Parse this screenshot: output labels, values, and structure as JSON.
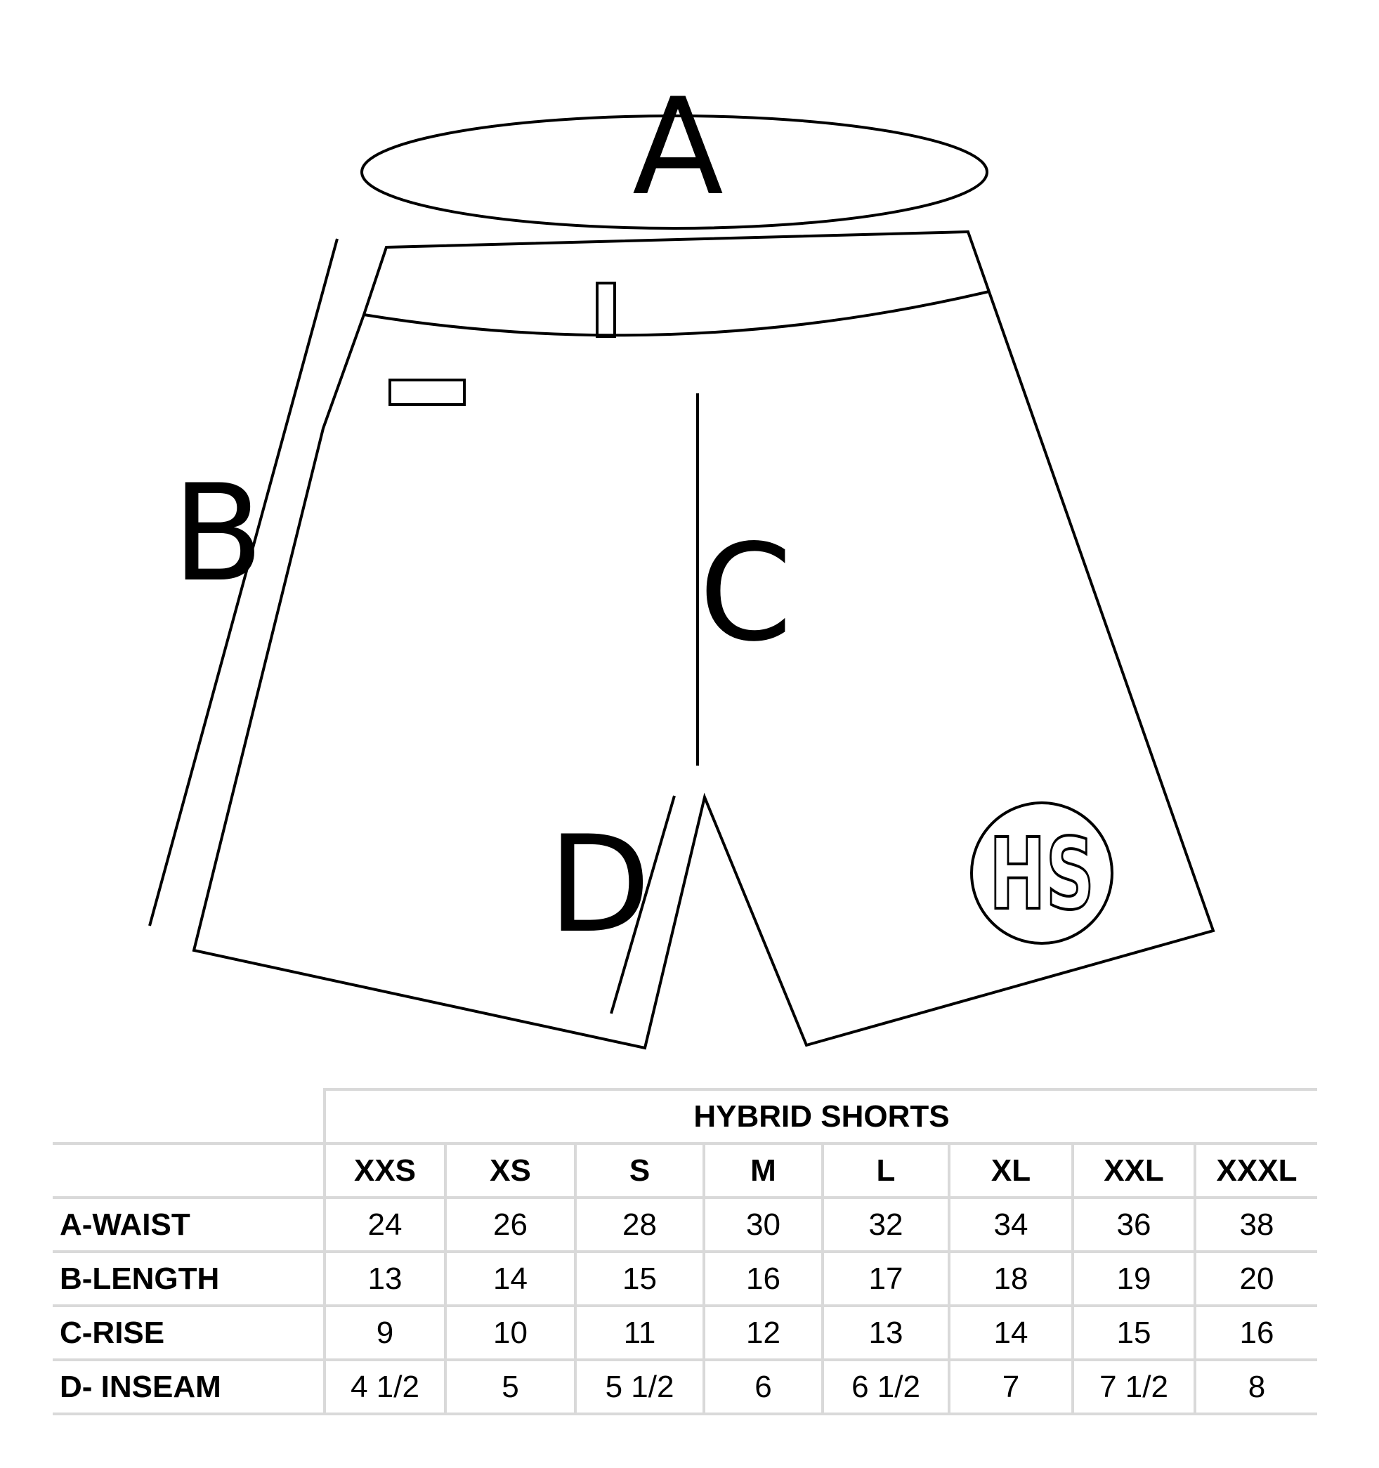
{
  "diagram": {
    "labels": {
      "waist": "A",
      "length": "B",
      "rise": "C",
      "inseam": "D"
    },
    "logo": {
      "text": "HS"
    }
  },
  "table": {
    "title": "HYBRID SHORTS",
    "sizes": [
      "XXS",
      "XS",
      "S",
      "M",
      "L",
      "XL",
      "XXL",
      "XXXL"
    ],
    "rows": [
      {
        "label": "A-WAIST",
        "values": [
          "24",
          "26",
          "28",
          "30",
          "32",
          "34",
          "36",
          "38"
        ]
      },
      {
        "label": "B-LENGTH",
        "values": [
          "13",
          "14",
          "15",
          "16",
          "17",
          "18",
          "19",
          "20"
        ]
      },
      {
        "label": "C-RISE",
        "values": [
          "9",
          "10",
          "11",
          "12",
          "13",
          "14",
          "15",
          "16"
        ]
      },
      {
        "label": "D- INSEAM",
        "values": [
          "4 1/2",
          "5",
          "5 1/2",
          "6",
          "6 1/2",
          "7",
          "7 1/2",
          "8"
        ]
      }
    ]
  }
}
